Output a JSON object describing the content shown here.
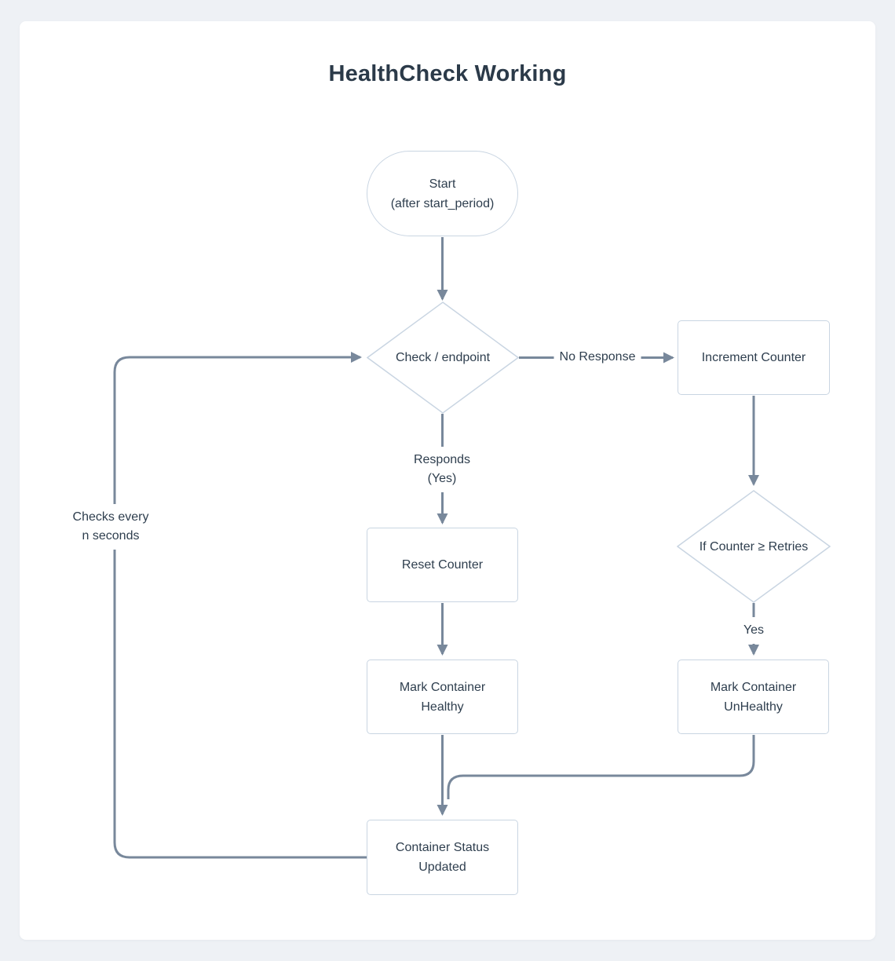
{
  "title": "HealthCheck Working",
  "colors": {
    "background": "#eef1f5",
    "card": "#ffffff",
    "node_border": "#c9d5e2",
    "edge": "#78889b",
    "text": "#2e3e4e"
  },
  "nodes": {
    "start": {
      "label": "Start\n(after start_period)"
    },
    "check": {
      "label": "Check / endpoint"
    },
    "increment": {
      "label": "Increment Counter"
    },
    "reset": {
      "label": "Reset Counter"
    },
    "retries": {
      "label": "If Counter ≥ Retries"
    },
    "healthy": {
      "label": "Mark Container\nHealthy"
    },
    "unhealthy": {
      "label": "Mark Container\nUnHealthy"
    },
    "status": {
      "label": "Container Status\nUpdated"
    }
  },
  "edge_labels": {
    "no_response": "No Response",
    "responds": "Responds\n(Yes)",
    "yes": "Yes",
    "checks_every": "Checks every\nn seconds"
  }
}
